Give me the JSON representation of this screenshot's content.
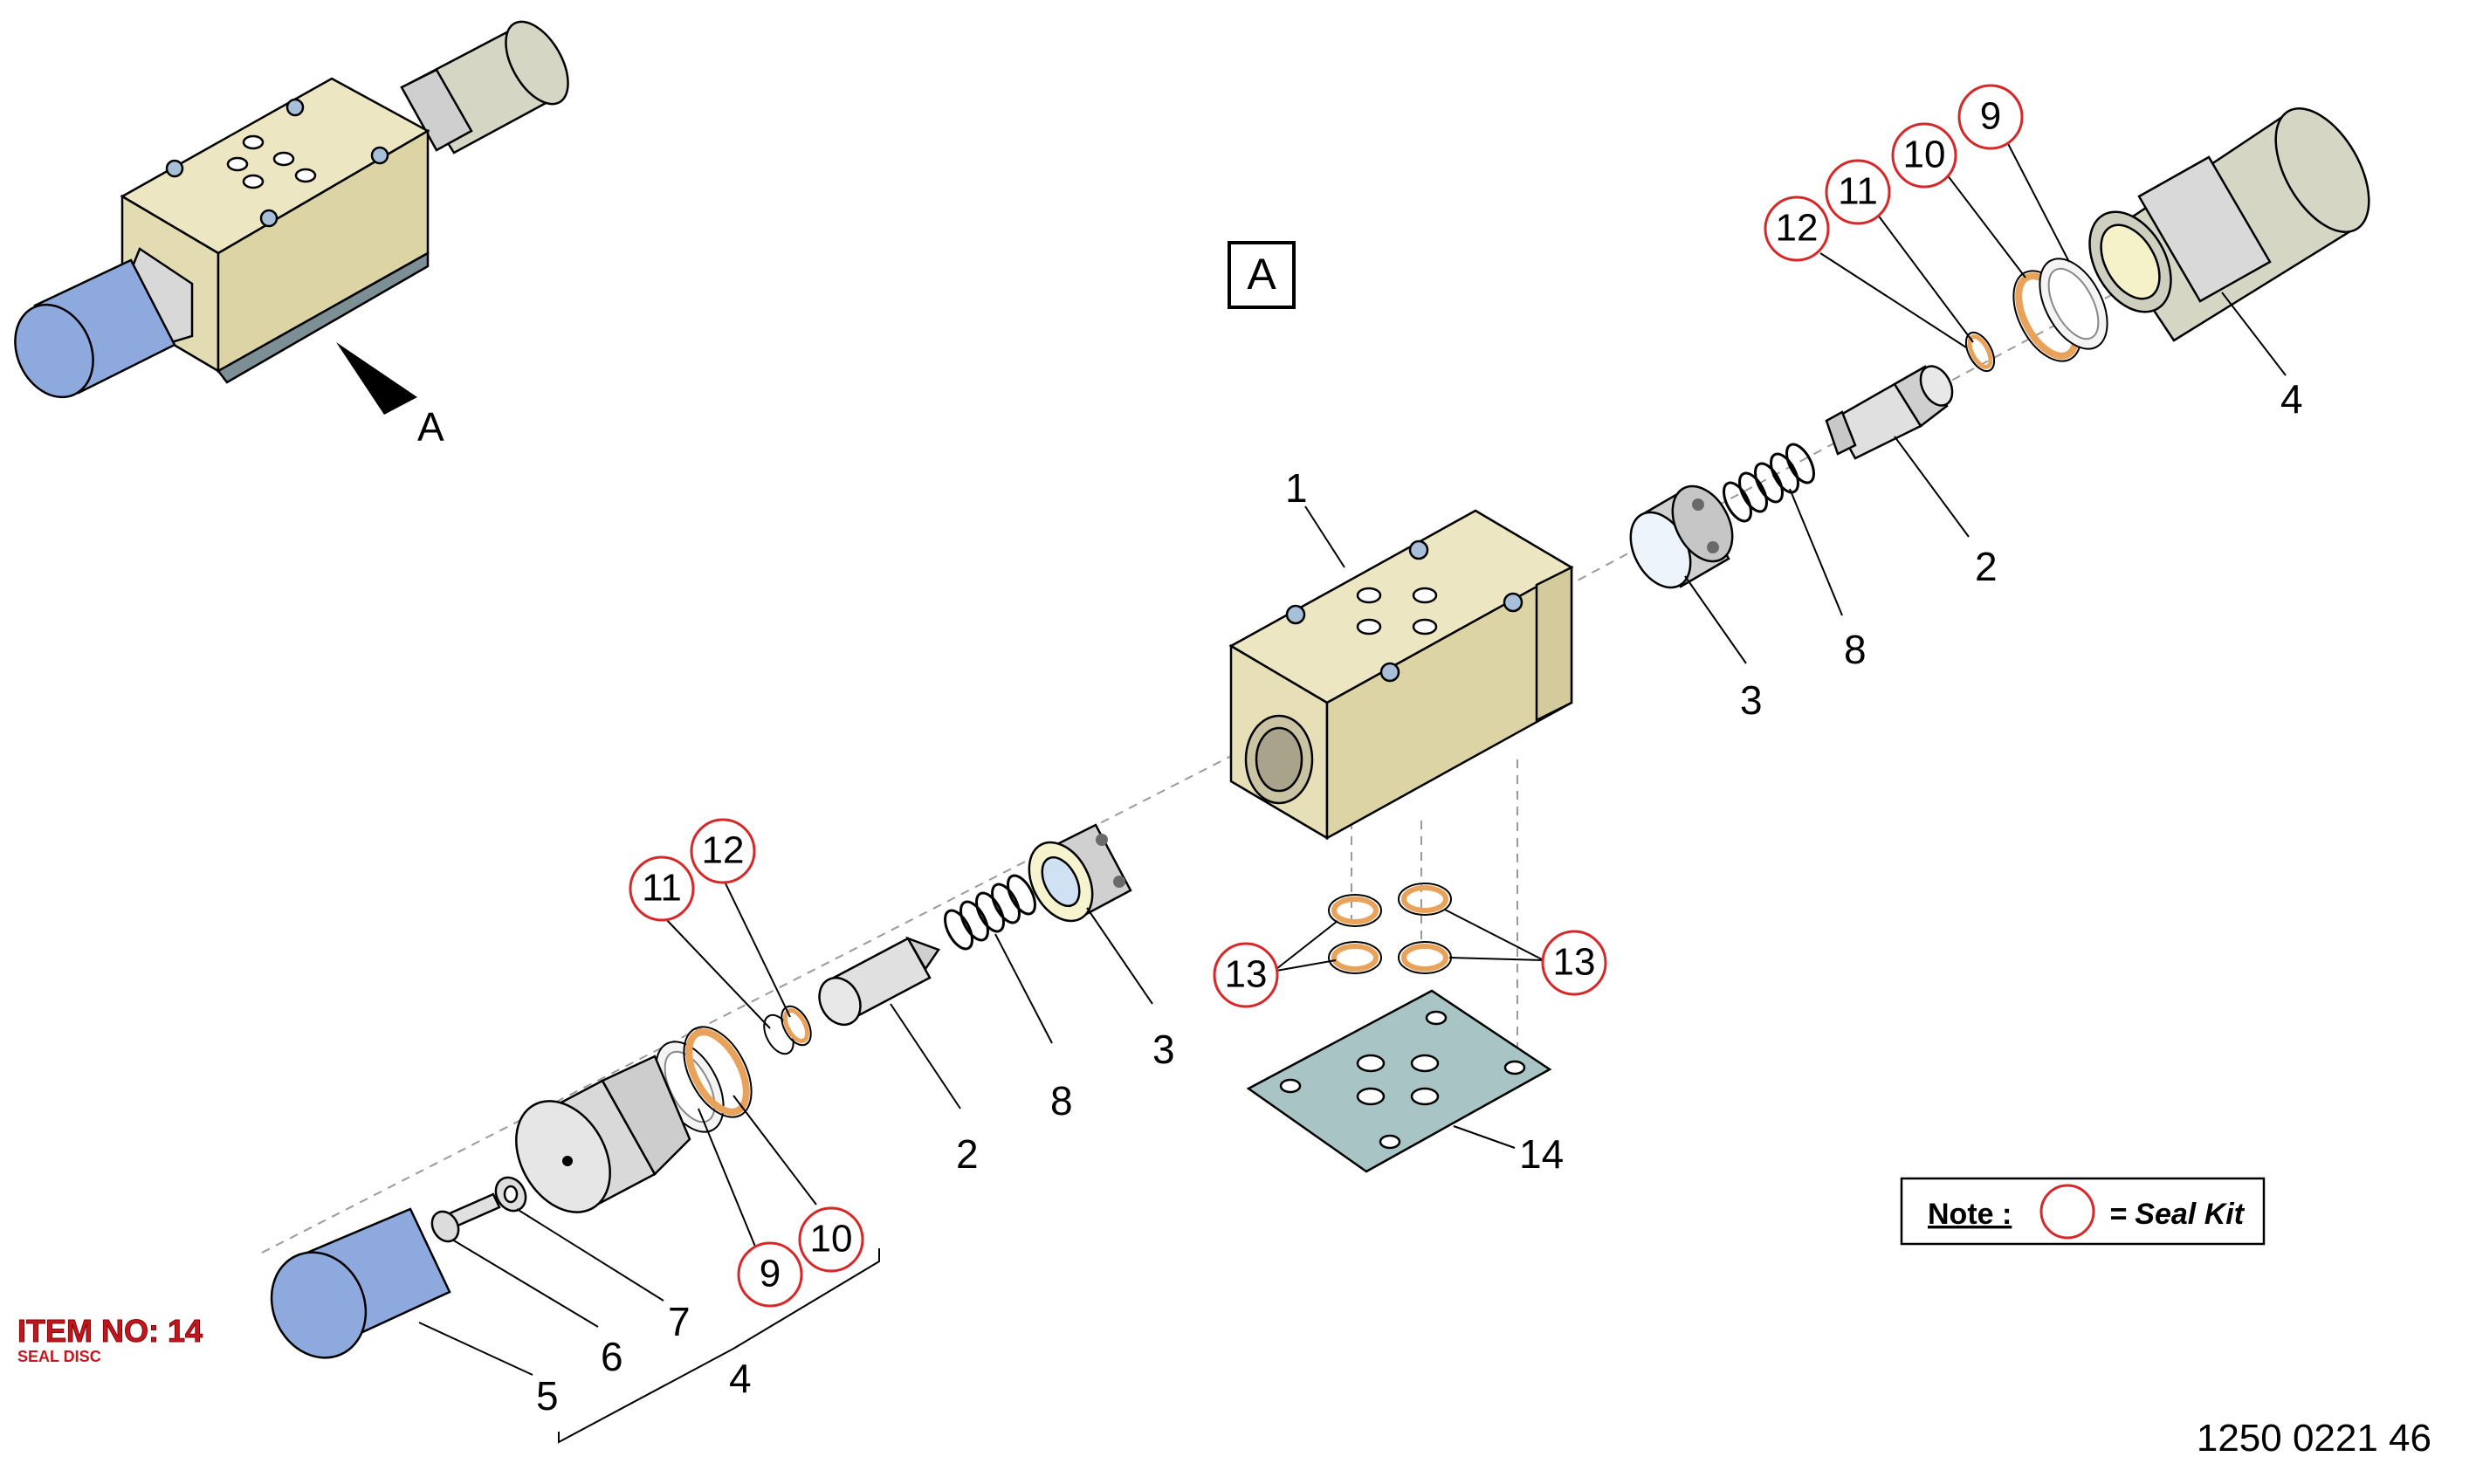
{
  "view_marker": {
    "boxed_letter": "A",
    "arrow_letter": "A"
  },
  "parts": {
    "p1": "1",
    "p2": "2",
    "p3": "3",
    "p4": "4",
    "p5": "5",
    "p6": "6",
    "p7": "7",
    "p8": "8",
    "p9": "9",
    "p10": "10",
    "p11": "11",
    "p12": "12",
    "p13": "13",
    "p14": "14"
  },
  "note": {
    "label": "Note :",
    "text": "= Seal Kit"
  },
  "item_stamp": {
    "title": "ITEM NO: 14",
    "subtitle": "SEAL DISC"
  },
  "drawing_number": "1250 0221 46",
  "colors": {
    "body": "#ede6c2",
    "body_side": "#ddd4a6",
    "knob_blue": "#8ea9dd",
    "seal_orange": "#e8a25a",
    "gasket": "#a9c4c4",
    "cylinder": "#d6d6c4",
    "seal_circle": "#d62828",
    "stamp_red": "#c4161c"
  }
}
